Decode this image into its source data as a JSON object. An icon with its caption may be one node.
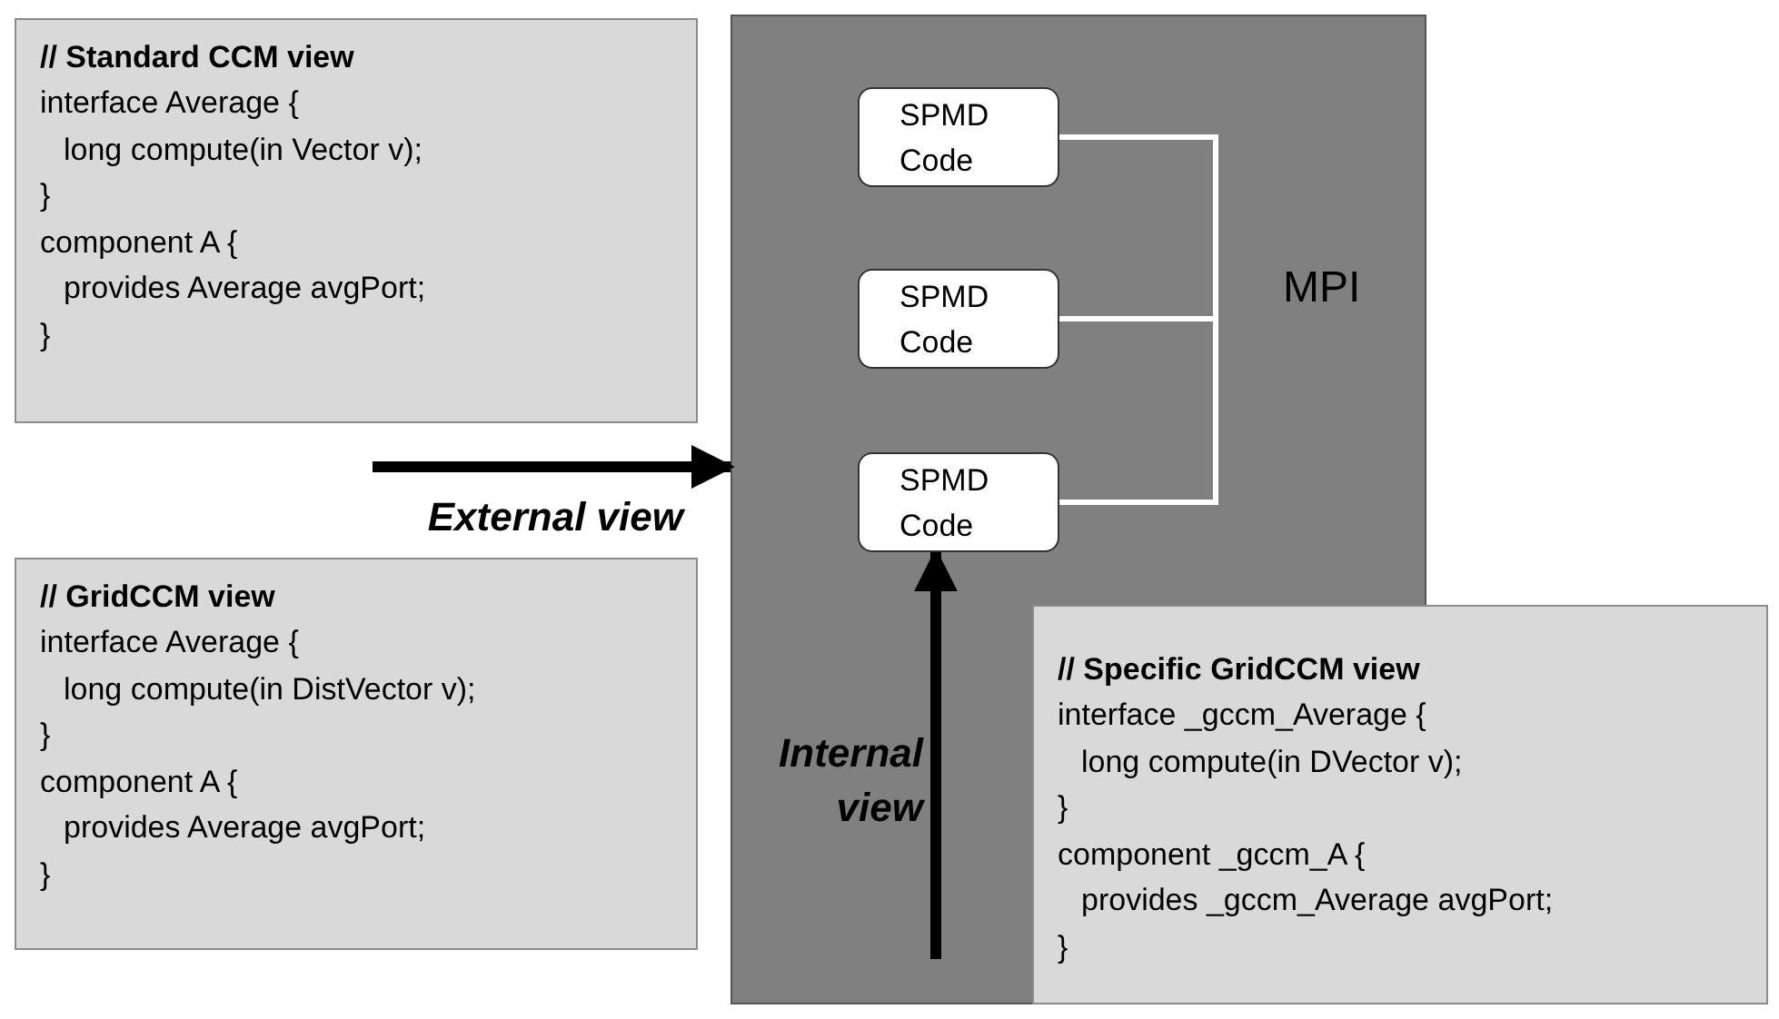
{
  "diagram": {
    "nodes": [
      {
        "text": [
          "// Standard CCM view",
          "interface Average {",
          "long compute(in Vector v);",
          "}",
          "component A {",
          "provides Average avgPort;",
          "}"
        ]
      },
      {
        "text": [
          "// GridCCM view",
          "interface Average {",
          "long compute(in DistVector v);",
          "}",
          "component A {",
          "provides Average avgPort;",
          "}"
        ]
      },
      {
        "text": [],
        "shape": "box"
      },
      {
        "text": [
          "SPMD Code"
        ],
        "in": 2
      },
      {
        "text": [
          "SPMD Code"
        ],
        "in": 2
      },
      {
        "text": [
          "SPMD Code"
        ],
        "in": 2
      },
      {
        "text": [
          "// Specific GridCCM view",
          "interface _gccm_Average {",
          "long compute(in DVector v);",
          "}",
          "component _gccm_A {",
          "provides _gccm_Average avgPort;",
          "}"
        ]
      }
    ],
    "edges": [
      {
        "from": null,
        "to": 2,
        "arrow": "to",
        "label": "External view",
        "style": "thick",
        "color": "#000000"
      },
      {
        "from": null,
        "to": 5,
        "arrow": "to",
        "label": "Internal view",
        "style": "thick",
        "color": "#000000"
      },
      {
        "from": 3,
        "to": 4,
        "arrow": "none",
        "color": "#ffffff"
      },
      {
        "from": 4,
        "to": 5,
        "arrow": "none",
        "color": "#ffffff"
      },
      {
        "from": 3,
        "to": 5,
        "arrow": "none",
        "color": "#ffffff"
      }
    ],
    "labels": [
      "MPI"
    ]
  }
}
